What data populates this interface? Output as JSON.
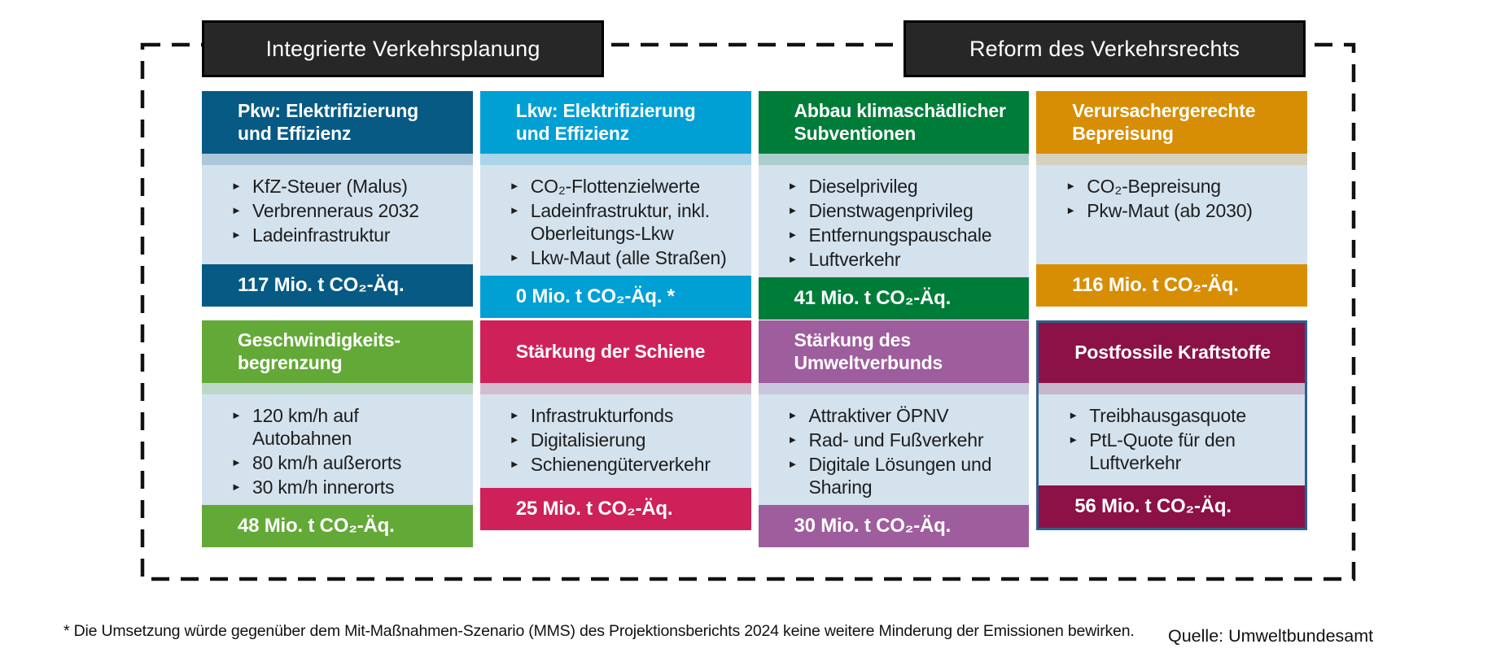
{
  "diagram": {
    "group_headers": [
      {
        "label": "Integrierte Verkehrsplanung"
      },
      {
        "label": "Reform des Verkehrsrechts"
      }
    ],
    "bullet_icon": "►",
    "cards": [
      {
        "id": "pkw-elektrifizierung-und-effizienz",
        "title": "Pkw: Elektrifizierung\nund Effizienz",
        "color": "#065a84",
        "items": [
          "KfZ-Steuer (Malus)",
          "Verbrenneraus 2032",
          "Ladeinfrastruktur"
        ],
        "value": "117 Mio. t CO₂-Äq."
      },
      {
        "id": "lkw-elektrifizierung-und-effizienz",
        "title": "Lkw: Elektrifizierung\nund Effizienz",
        "color": "#009fd4",
        "items": [
          "CO₂-Flottenzielwerte",
          "Ladeinfrastruktur, inkl.\nOberleitungs-Lkw",
          "Lkw-Maut (alle Straßen)"
        ],
        "value": "0 Mio. t CO₂-Äq. *"
      },
      {
        "id": "abbau-klimaschaedlicher-subventionen",
        "title": "Abbau klimaschädlicher\nSubventionen",
        "color": "#007c39",
        "items": [
          "Dieselprivileg",
          "Dienstwagenprivileg",
          "Entfernungspauschale",
          "Luftverkehr"
        ],
        "value": "41 Mio. t CO₂-Äq."
      },
      {
        "id": "verursachergerechte-bepreisung",
        "title": "Verursachergerechte\nBepreisung",
        "color": "#d78e04",
        "items": [
          "CO₂-Bepreisung",
          "Pkw-Maut (ab 2030)"
        ],
        "value": "116 Mio. t CO₂-Äq."
      },
      {
        "id": "geschwindigkeitsbegrenzung",
        "title": "Geschwindigkeits-\nbegrenzung",
        "color": "#63a937",
        "items": [
          "120 km/h auf\nAutobahnen",
          "80 km/h außerorts",
          "30 km/h innerorts"
        ],
        "value": "48 Mio. t CO₂-Äq."
      },
      {
        "id": "staerkung-der-schiene",
        "title": "Stärkung der Schiene",
        "color": "#ce2159",
        "items": [
          "Infrastrukturfonds",
          "Digitalisierung",
          "Schienengüterverkehr"
        ],
        "value": "25 Mio. t CO₂-Äq."
      },
      {
        "id": "staerkung-des-umweltverbunds",
        "title": "Stärkung des\nUmweltverbunds",
        "color": "#9e5d9d",
        "items": [
          "Attraktiver ÖPNV",
          "Rad- und Fußverkehr",
          "Digitale Lösungen und\nSharing"
        ],
        "value": "30 Mio. t CO₂-Äq."
      },
      {
        "id": "postfossile-kraftstoffe",
        "title": "Postfossile Kraftstoffe",
        "color": "#8b1147",
        "outlined": true,
        "items": [
          "Treibhausgasquote",
          "PtL-Quote für den\nLuftverkehr"
        ],
        "value": "56 Mio. t CO₂-Äq."
      }
    ],
    "footnote": "* Die Umsetzung würde gegenüber dem Mit-Maßnahmen-Szenario (MMS) des Projektionsberichts 2024 keine weitere Minderung der Emissionen bewirken.",
    "source": "Quelle: Umweltbundesamt"
  },
  "colors": {
    "frame_dash": "#111111",
    "group_header_bg": "#272727",
    "card_body": "#d4e2ee",
    "outline_accent": "#2f5f8c",
    "text_dark": "#1d1d1b"
  }
}
